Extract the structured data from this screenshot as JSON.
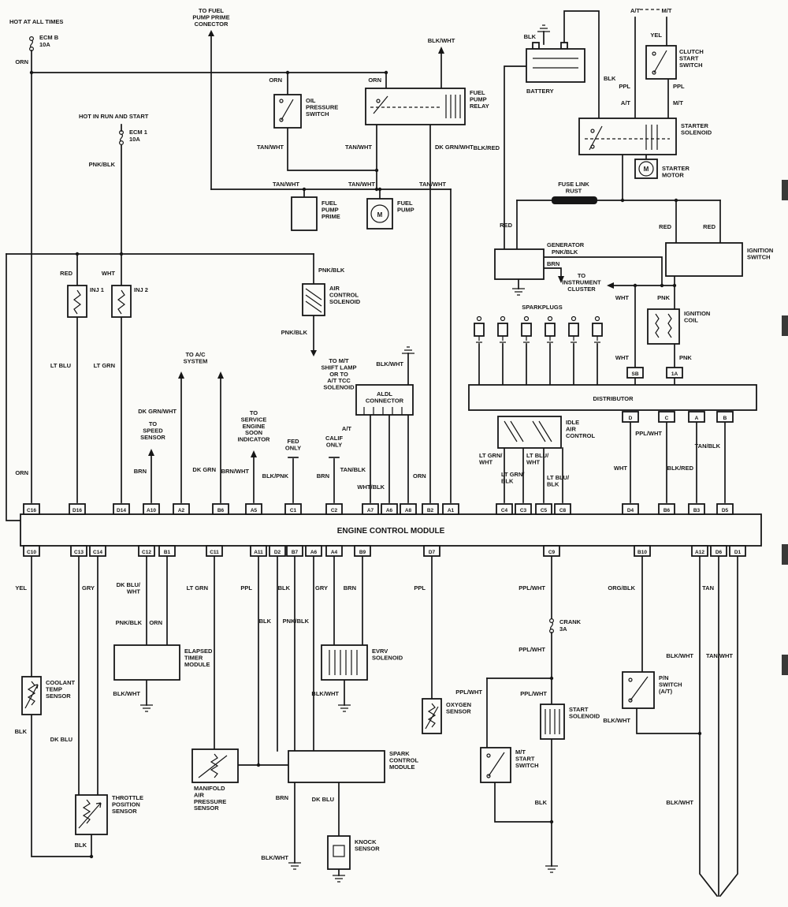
{
  "colors": {
    "ink": "#161616",
    "paper": "#fbfbf8"
  },
  "wire": {
    "orn": "ORN",
    "pnkblk": "PNK/BLK",
    "tanwht": "TAN/WHT",
    "dkgrnwht": "DK GRN/WHT",
    "blkwht": "BLK/WHT",
    "blk": "BLK",
    "yel": "YEL",
    "ppl": "PPL",
    "red": "RED",
    "wht": "WHT",
    "pnk": "PNK",
    "brn": "BRN",
    "ltblu": "LT BLU",
    "ltgrn": "LT GRN",
    "dkgrn": "DK GRN",
    "brnwht": "BRN/WHT",
    "blkpnk": "BLK/PNK",
    "tanblk": "TAN/BLK",
    "whtblk": "WHT/BLK",
    "ltgrnwht": "LT GRN/ WHT",
    "ltbluwht": "LT BLU/ WHT",
    "ltgrnblk": "LT GRN/ BLK",
    "ltblublk": "LT BLU/ BLK",
    "pplwht": "PPL/WHT",
    "blkred": "BLK/RED",
    "gry": "GRY",
    "dkbluwht": "DK BLU/ WHT",
    "dkblu": "DK BLU",
    "orgblk": "ORG/BLK",
    "tan": "TAN"
  },
  "comp": {
    "hot_all": "HOT AT ALL TIMES",
    "ecm_b": "ECM B",
    "amp10": "10A",
    "hot_run": "HOT IN RUN AND START",
    "ecm_1": "ECM 1",
    "to_prime": "TO FUEL PUMP PRIME CONECTOR",
    "oil_sw": "OIL PRESSURE SWITCH",
    "relay": "FUEL PUMP RELAY",
    "prime": "FUEL PUMP PRIME",
    "pump": "FUEL PUMP",
    "m": "M",
    "battery": "BATTERY",
    "at": "A/T",
    "mt": "M/T",
    "clutch": "CLUTCH START SWITCH",
    "solenoid": "STARTER SOLENOID",
    "starter": "STARTER MOTOR",
    "fuselink": "FUSE LINK RUST",
    "generator": "GENERATOR",
    "ign_sw": "IGNITION SWITCH",
    "to_cluster": "TO INSTRUMENT CLUSTER",
    "coil": "IGNITION COIL",
    "plugs": "SPARKPLUGS",
    "dist": "DISTRIBUTOR",
    "idle": "IDLE AIR CONTROL",
    "aldl": "ALDL CONNECTOR",
    "inj1": "INJ 1",
    "inj2": "INJ 2",
    "acs": "AIR CONTROL SOLENOID",
    "to_ac": "TO A/C SYSTEM",
    "to_speed": "TO SPEED SENSOR",
    "to_ses": "TO SERVICE ENGINE SOON INDICATOR",
    "to_shift": "TO M/T SHIFT LAMP OR TO A/T TCC SOLENOID",
    "fed": "FED ONLY",
    "calif": "CALIF ONLY",
    "coolant": "COOLANT TEMP SENSOR",
    "tps": "THROTTLE POSITION SENSOR",
    "timer": "ELAPSED TIMER MODULE",
    "map": "MANIFOLD AIR PRESSURE SENSOR",
    "evrv": "EVRV SOLENOID",
    "spark": "SPARK CONTROL MODULE",
    "knock": "KNOCK SENSOR",
    "o2": "OXYGEN SENSOR",
    "start_sol": "START SOLENOID",
    "mt_start": "M/T START SWITCH",
    "pn": "P/N SWITCH (A/T)",
    "crank": "CRANK",
    "amp3": "3A"
  },
  "ecm": {
    "label": "ENGINE CONTROL MODULE",
    "top_pins": [
      "C16",
      "D16",
      "D14",
      "A10",
      "A2",
      "B6",
      "A5",
      "C1",
      "C2",
      "A7",
      "A6",
      "A8",
      "B2",
      "A1",
      "C4",
      "C3",
      "C5",
      "C8",
      "D4",
      "B6",
      "B3",
      "D5"
    ],
    "bottom_pins": [
      "C10",
      "C13",
      "C14",
      "C12",
      "B1",
      "C11",
      "A11",
      "D2",
      "B7",
      "A6",
      "A4",
      "B9",
      "D7",
      "C9",
      "B10",
      "A12",
      "D6",
      "D1"
    ]
  },
  "dist_pins": [
    "D",
    "C",
    "A",
    "B"
  ],
  "coil_pins": [
    "SB",
    "1A"
  ]
}
